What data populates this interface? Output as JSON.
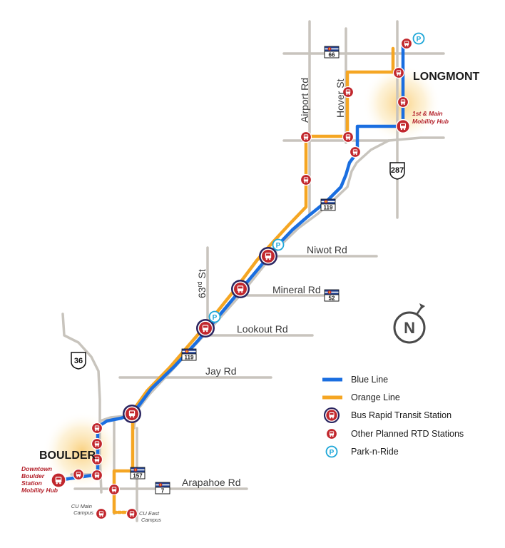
{
  "cities": {
    "longmont": "LONGMONT",
    "boulder": "BOULDER"
  },
  "hubs": {
    "longmont": [
      "1st & Main",
      "Mobility Hub"
    ],
    "boulder": [
      "Downtown",
      "Boulder",
      "Station",
      "Mobility Hub"
    ]
  },
  "roads": {
    "airport_rd": "Airport Rd",
    "hover_st": "Hover St",
    "niwot_rd": "Niwot Rd",
    "mineral_rd": "Mineral Rd",
    "st63_num": "63",
    "st63_sup": "rd",
    "st63_suffix": " St",
    "lookout_rd": "Lookout Rd",
    "jay_rd": "Jay Rd",
    "arapahoe_rd": "Arapahoe Rd"
  },
  "shields": {
    "co66": "66",
    "co119_north": "119",
    "co52": "52",
    "co119_south": "119",
    "co157": "157",
    "co7": "7",
    "us287": "287",
    "us36": "36"
  },
  "campus_labels": {
    "cu_main": [
      "CU Main",
      "Campus"
    ],
    "cu_east": [
      "CU East",
      "Campus"
    ]
  },
  "compass": {
    "letter": "N",
    "icon": "north-arrow-icon"
  },
  "legend": {
    "blue_line": "Blue Line",
    "orange_line": "Orange Line",
    "brt_station": "Bus Rapid Transit Station",
    "other_station": "Other Planned RTD Stations",
    "park_n_ride": "Park-n-Ride",
    "park_symbol": "P"
  },
  "colors": {
    "blue_line": "#1a6ee0",
    "orange_line": "#f5a623",
    "road": "#c8c4bd",
    "station_red": "#c1272d",
    "brt_ring": "#2a2560",
    "park_cyan": "#1ea7d8",
    "hub_glow": "#f9c96b"
  }
}
